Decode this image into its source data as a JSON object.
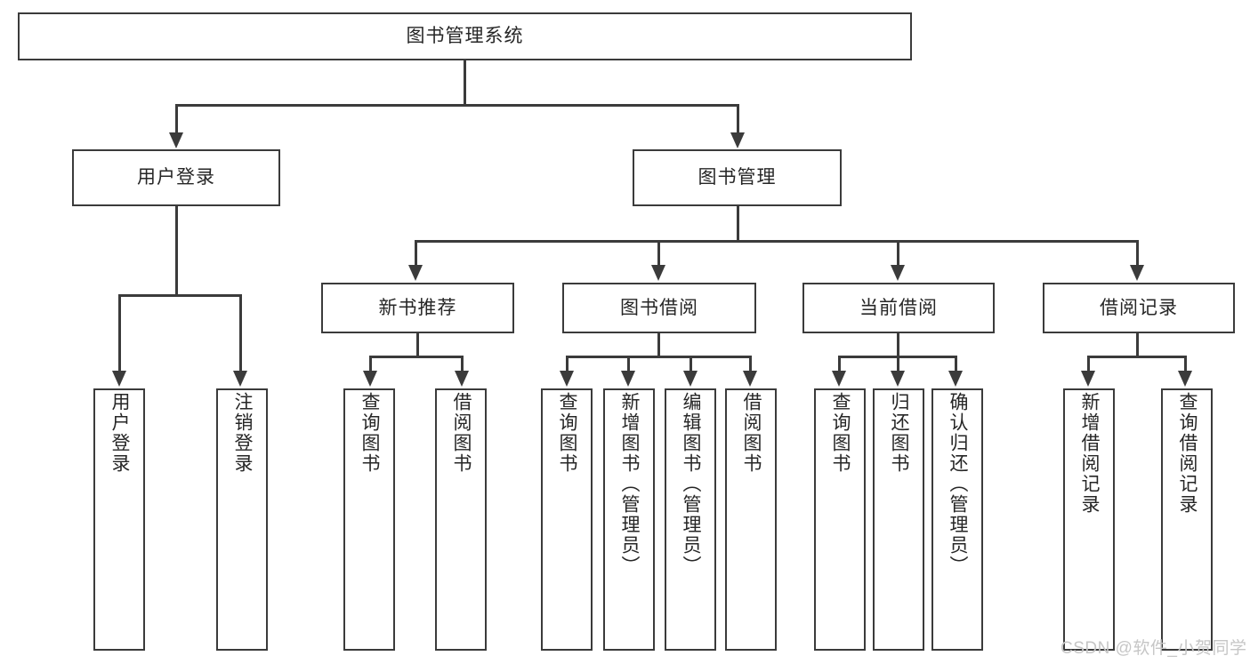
{
  "diagram": {
    "title": "图书管理系统",
    "root": {
      "label": "图书管理系统"
    },
    "level2": [
      {
        "label": "用户登录"
      },
      {
        "label": "图书管理"
      }
    ],
    "level3": [
      {
        "label": "新书推荐"
      },
      {
        "label": "图书借阅"
      },
      {
        "label": "当前借阅"
      },
      {
        "label": "借阅记录"
      }
    ],
    "leaves": {
      "user_login": [
        {
          "label": "用户登录"
        },
        {
          "label": "注销登录"
        }
      ],
      "new_book": [
        {
          "label": "查询图书"
        },
        {
          "label": "借阅图书"
        }
      ],
      "borrow": [
        {
          "label": "查询图书"
        },
        {
          "label": "新增图书（管理员）"
        },
        {
          "label": "编辑图书（管理员）"
        },
        {
          "label": "借阅图书"
        }
      ],
      "current": [
        {
          "label": "查询图书"
        },
        {
          "label": "归还图书"
        },
        {
          "label": "确认归还（管理员）"
        }
      ],
      "records": [
        {
          "label": "新增借阅记录"
        },
        {
          "label": "查询借阅记录"
        }
      ]
    }
  },
  "watermark": {
    "text": "CSDN @软件_小贺同学"
  },
  "colors": {
    "stroke": "#3b3b3b",
    "fill": "#ffffff",
    "text": "#262626",
    "watermark": "#c6c6c6"
  }
}
